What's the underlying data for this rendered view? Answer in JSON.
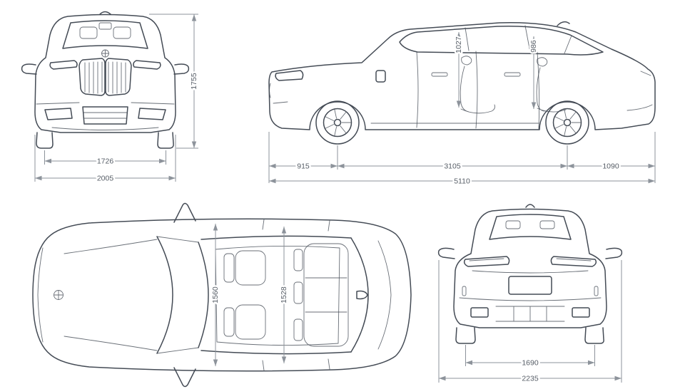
{
  "colors": {
    "background": "#ffffff",
    "car_line": "#444b55",
    "dim_line": "#8d939b",
    "dim_text": "#565d66"
  },
  "dimensions": {
    "front_view": {
      "wheel_track": "1726",
      "body_width": "2005",
      "height": "1755"
    },
    "side_view": {
      "front_headroom": "1027",
      "rear_headroom": "986",
      "front_overhang": "915",
      "wheelbase": "3105",
      "rear_overhang": "1090",
      "overall_length": "5110"
    },
    "top_view": {
      "front_interior_width": "1560",
      "rear_interior_width": "1528"
    },
    "rear_view": {
      "wheel_track": "1690",
      "overall_width_mirrors": "2235"
    }
  }
}
